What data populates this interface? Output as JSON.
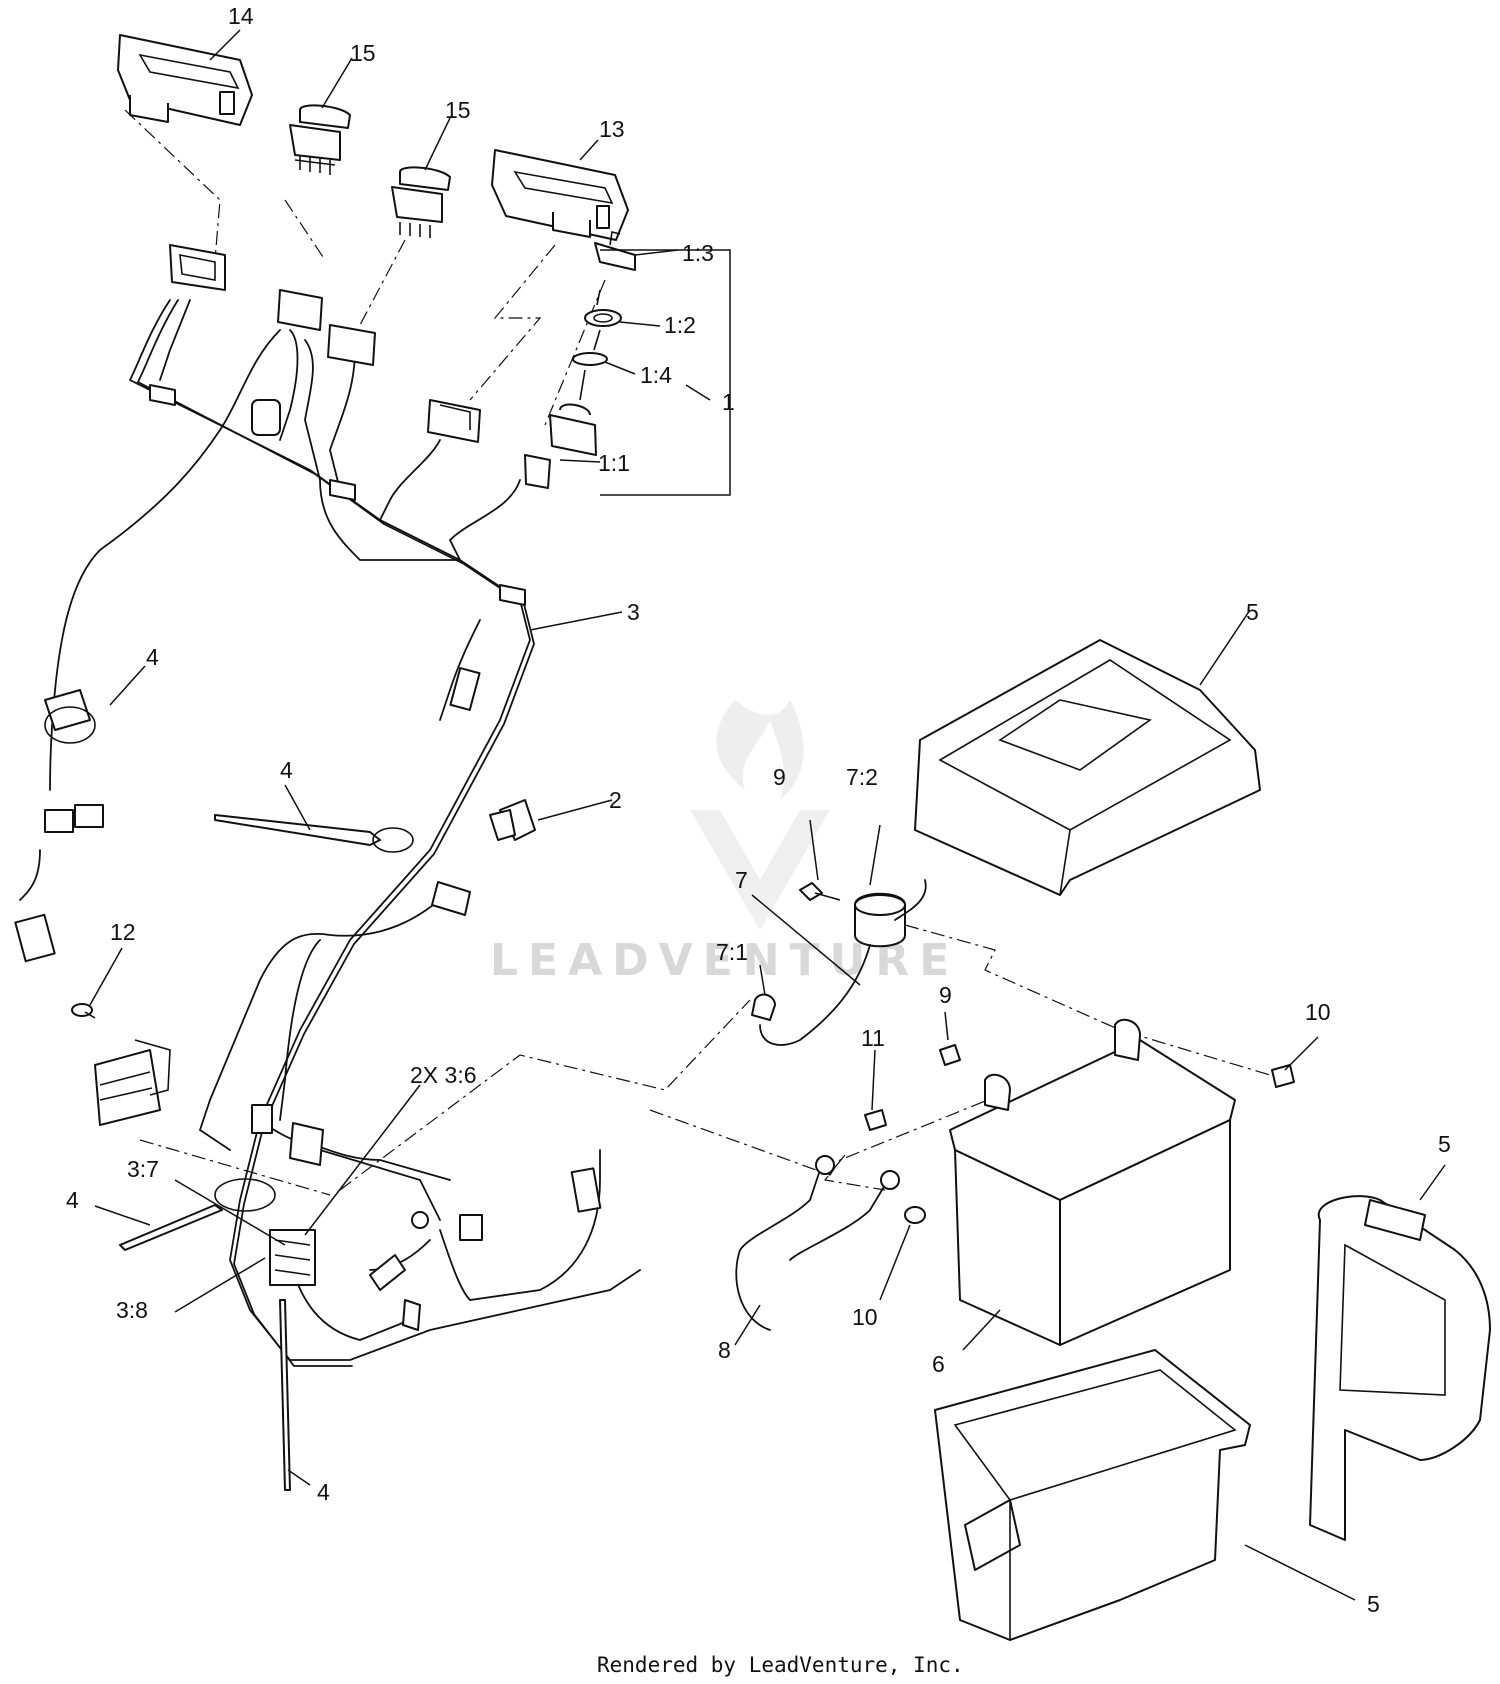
{
  "watermark": {
    "text": "LEADVENTURE"
  },
  "footer": {
    "text": "Rendered by LeadVenture, Inc."
  },
  "callouts": [
    {
      "id": "c-14",
      "text": "14"
    },
    {
      "id": "c-15a",
      "text": "15"
    },
    {
      "id": "c-15b",
      "text": "15"
    },
    {
      "id": "c-13",
      "text": "13"
    },
    {
      "id": "c-1-3",
      "text": "1:3"
    },
    {
      "id": "c-1-2",
      "text": "1:2"
    },
    {
      "id": "c-1-4",
      "text": "1:4"
    },
    {
      "id": "c-1",
      "text": "1"
    },
    {
      "id": "c-1-1",
      "text": "1:1"
    },
    {
      "id": "c-3",
      "text": "3"
    },
    {
      "id": "c-4a",
      "text": "4"
    },
    {
      "id": "c-4b",
      "text": "4"
    },
    {
      "id": "c-2",
      "text": "2"
    },
    {
      "id": "c-5a",
      "text": "5"
    },
    {
      "id": "c-9a",
      "text": "9"
    },
    {
      "id": "c-7-2",
      "text": "7:2"
    },
    {
      "id": "c-7",
      "text": "7"
    },
    {
      "id": "c-7-1",
      "text": "7:1"
    },
    {
      "id": "c-12",
      "text": "12"
    },
    {
      "id": "c-9b",
      "text": "9"
    },
    {
      "id": "c-10a",
      "text": "10"
    },
    {
      "id": "c-11",
      "text": "11"
    },
    {
      "id": "c-2x36",
      "text": "2X 3:6"
    },
    {
      "id": "c-3-7",
      "text": "3:7"
    },
    {
      "id": "c-4c",
      "text": "4"
    },
    {
      "id": "c-5b",
      "text": "5"
    },
    {
      "id": "c-3-8",
      "text": "3:8"
    },
    {
      "id": "c-10b",
      "text": "10"
    },
    {
      "id": "c-8",
      "text": "8"
    },
    {
      "id": "c-6",
      "text": "6"
    },
    {
      "id": "c-4d",
      "text": "4"
    },
    {
      "id": "c-5c",
      "text": "5"
    }
  ]
}
